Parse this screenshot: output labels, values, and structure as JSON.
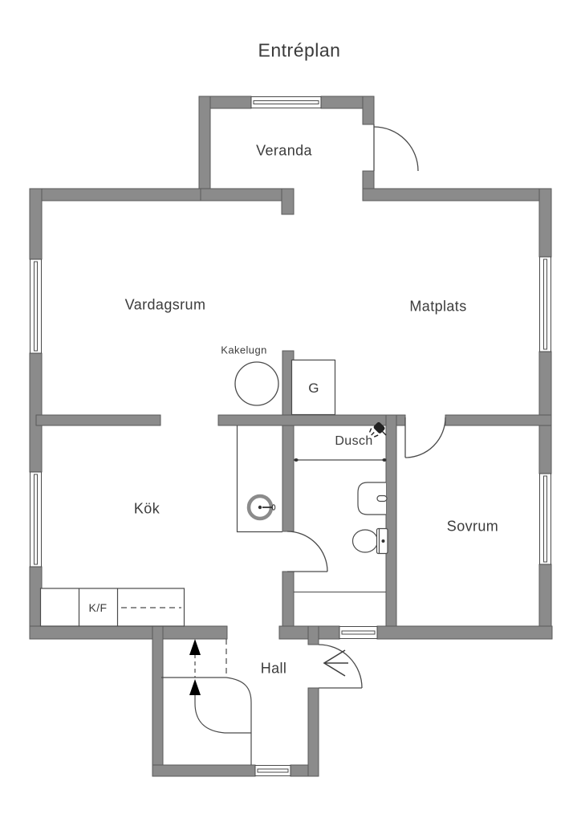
{
  "labels": {
    "title": "Entréplan",
    "veranda": "Veranda",
    "vardagsrum": "Vardagsrum",
    "matplats": "Matplats",
    "kakelugn": "Kakelugn",
    "garderob": "G",
    "dusch": "Dusch",
    "kok": "Kök",
    "sovrum": "Sovrum",
    "hall": "Hall",
    "kf": "K/F"
  },
  "colors": {
    "wall": "#8b8b8b",
    "wall_edge": "#5a5a5a",
    "line": "#4a4a4a",
    "text": "#3c3c3c",
    "stair_arrow": "#000000",
    "background": "#ffffff"
  }
}
